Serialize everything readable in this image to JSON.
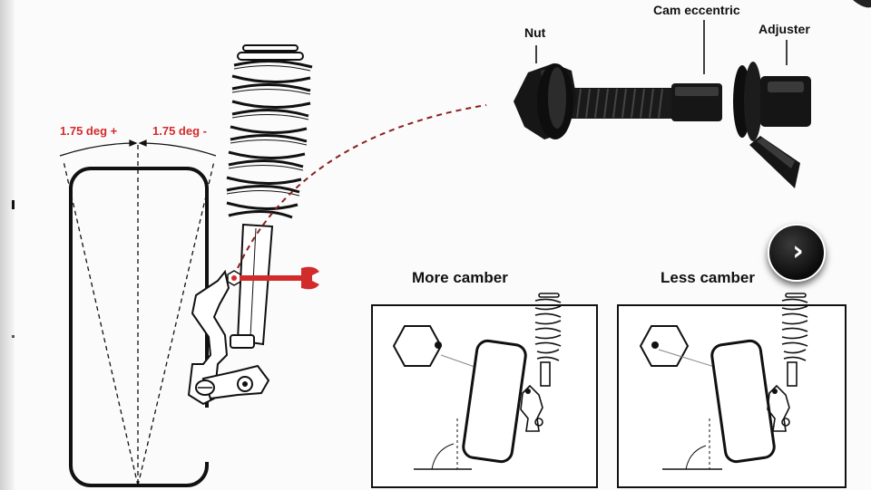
{
  "angles": {
    "positive": "1.75 deg +",
    "negative": "1.75 deg -"
  },
  "bolt_labels": {
    "nut": "Nut",
    "cam": "Cam eccentric",
    "adjuster": "Adjuster"
  },
  "panels": {
    "more": "More camber",
    "less": "Less camber"
  },
  "colors": {
    "accent": "#d22b2b",
    "line": "#111111"
  },
  "icons": {
    "next": "chevron-right-icon"
  }
}
